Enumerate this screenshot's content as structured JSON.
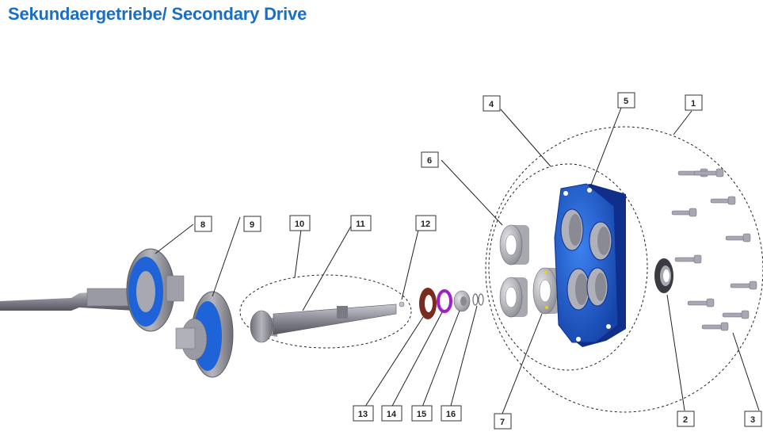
{
  "title": "Sekundaergetriebe/ Secondary Drive",
  "colors": {
    "title": "#1a6fc4",
    "housing_blue": "#1e63d8",
    "housing_dark": "#0f2f8a",
    "steel": "#8a8a95",
    "seal_brown": "#7a2a1e",
    "clip_purple": "#a020c8",
    "bearing_grey": "#b8b8c0"
  },
  "callouts": [
    {
      "id": "1",
      "label": "1"
    },
    {
      "id": "2",
      "label": "2"
    },
    {
      "id": "3",
      "label": "3"
    },
    {
      "id": "4",
      "label": "4"
    },
    {
      "id": "5",
      "label": "5"
    },
    {
      "id": "6",
      "label": "6"
    },
    {
      "id": "7",
      "label": "7"
    },
    {
      "id": "8",
      "label": "8"
    },
    {
      "id": "9",
      "label": "9"
    },
    {
      "id": "10",
      "label": "10"
    },
    {
      "id": "11",
      "label": "11"
    },
    {
      "id": "12",
      "label": "12"
    },
    {
      "id": "13",
      "label": "13"
    },
    {
      "id": "14",
      "label": "14"
    },
    {
      "id": "15",
      "label": "15"
    },
    {
      "id": "16",
      "label": "16"
    }
  ]
}
